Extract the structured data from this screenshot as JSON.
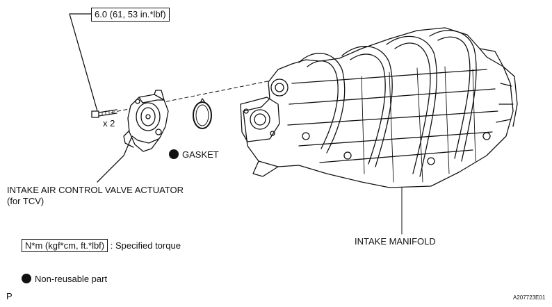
{
  "labels": {
    "torque_spec": "6.0 (61, 53 in.*lbf)",
    "bolt_qty": "x 2",
    "gasket": "GASKET",
    "actuator_line1": "INTAKE AIR CONTROL VALVE ACTUATOR",
    "actuator_line2": "(for TCV)",
    "manifold": "INTAKE MANIFOLD"
  },
  "legend": {
    "torque_units": "N*m (kgf*cm, ft.*lbf)",
    "torque_desc": ": Specified torque",
    "nonreusable": "Non-reusable part"
  },
  "corner": {
    "left_mark": "P",
    "figure_id": "A207723E01"
  },
  "icons": {
    "nonreusable": "filled-circle-icon"
  }
}
